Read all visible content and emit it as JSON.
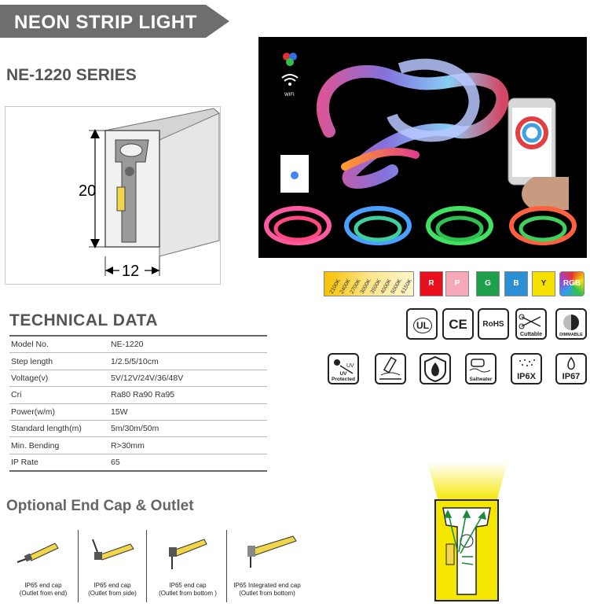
{
  "banner": {
    "title": "NEON STRIP LIGHT",
    "color": "#6e6e6e"
  },
  "series": "NE-1220 SERIES",
  "profile": {
    "height_label": "20",
    "width_label": "12"
  },
  "photo": {
    "wifi_label": "WIFI"
  },
  "color_chips": {
    "cct_labels": [
      "2100K",
      "2400K",
      "2700K",
      "3000K",
      "3500K",
      "4000K",
      "5000K",
      "6150K"
    ],
    "chips": [
      {
        "label": "R",
        "color": "#e8101c"
      },
      {
        "label": "P",
        "color": "#f6a8b8"
      },
      {
        "label": "G",
        "color": "#1ea04a"
      },
      {
        "label": "B",
        "color": "#2b8fd6"
      },
      {
        "label": "Y",
        "color": "#f5e000"
      },
      {
        "label": "RGB",
        "color": "#888888"
      }
    ]
  },
  "certifications": {
    "row1": [
      "UL",
      "CE",
      "RoHS",
      "Cuttable",
      "DIMMABLE"
    ],
    "row2": [
      "UV Protected",
      "",
      "",
      "Saltwater",
      "IP6X",
      "IP67"
    ]
  },
  "tech": {
    "title": "TECHNICAL DATA",
    "rows": [
      {
        "key": "Model No.",
        "value": "NE-1220"
      },
      {
        "key": "Step length",
        "value": "1/2.5/5/10cm"
      },
      {
        "key": "Voltage(v)",
        "value": "5V/12V/24V/36/48V"
      },
      {
        "key": "Cri",
        "value": "Ra80 Ra90 Ra95"
      },
      {
        "key": "Power(w/m)",
        "value": "15W"
      },
      {
        "key": "Standard length(m)",
        "value": "5m/30m/50m"
      },
      {
        "key": "Min. Bending",
        "value": "R>30mm"
      },
      {
        "key": "IP Rate",
        "value": "65"
      }
    ]
  },
  "endcap": {
    "title": "Optional End Cap & Outlet",
    "items": [
      {
        "line1": "IP65 end cap",
        "line2": "(Outlet from end)"
      },
      {
        "line1": "IP65 end cap",
        "line2": "(Outlet from side)"
      },
      {
        "line1": "IP65 end cap",
        "line2": "(Outlet from bottom )"
      },
      {
        "line1": "IP65 Integrated end cap",
        "line2": "(Outlet from bottom)"
      }
    ]
  }
}
